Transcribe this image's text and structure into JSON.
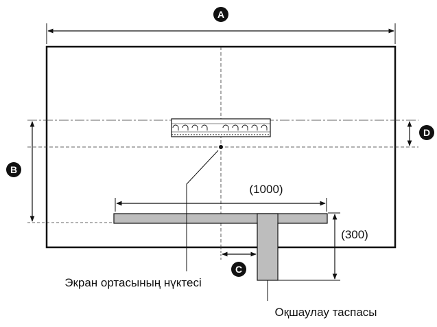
{
  "markers": {
    "a": "A",
    "b": "B",
    "c": "C",
    "d": "D"
  },
  "dimensions": {
    "width_value": "(1000)",
    "height_value": "(300)"
  },
  "labels": {
    "screen_center": "Экран ортасының нүктесі",
    "spacer_tape": "Оқшаулау таспасы"
  },
  "colors": {
    "line": "#111111",
    "tape_fill": "#bdbdbd",
    "badge": "#111111"
  }
}
